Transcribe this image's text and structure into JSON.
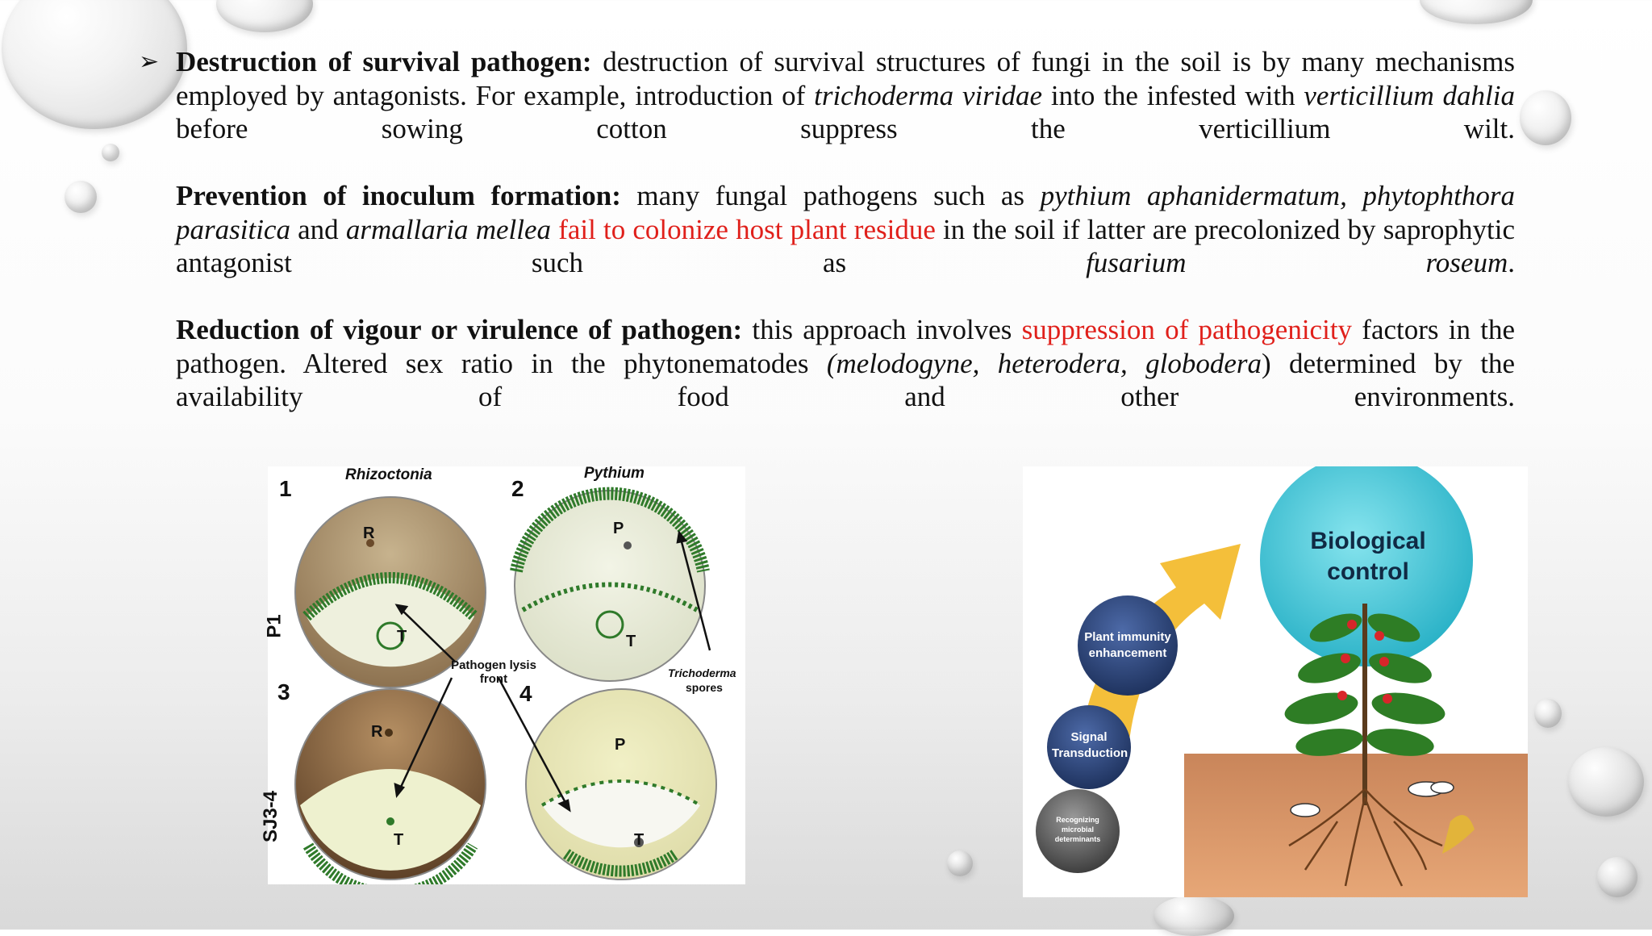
{
  "paragraphs": {
    "p1": {
      "heading": "Destruction of survival pathogen:",
      "t1": " destruction of survival structures of fungi in the soil is by many mechanisms employed by antagonists. For example, introduction of ",
      "i1": "trichoderma viridae",
      "t2": " into the infested with ",
      "i2": "verticillium dahlia",
      "t3": " before sowing cotton suppress the verticillium wilt."
    },
    "p2": {
      "heading": "Prevention of inoculum formation:",
      "t1": " many fungal pathogens such as ",
      "i1": "pythium aphanidermatum, phytophthora parasitica",
      "t2": " and ",
      "i2": "armallaria mellea",
      "t3": " ",
      "r1": "fail to colonize host plant residue",
      "t4": " in the soil if latter are precolonized by saprophytic antagonist such as ",
      "i3": "fusarium roseum",
      "t5": "."
    },
    "p3": {
      "heading": "Reduction of vigour or virulence of pathogen:",
      "t1": " this approach involves ",
      "r1": "suppression of pathogenicity",
      "t2": " factors in the pathogen. Altered sex ratio in the phytonematodes ",
      "i1": "(melodogyne, heterodera, globodera",
      "t3": ") determined by the availability of food and other environments."
    }
  },
  "figure_left": {
    "labels": {
      "rhizoctonia": "Rhizoctonia",
      "pythium": "Pythium",
      "n1": "1",
      "n2": "2",
      "n3": "3",
      "n4": "4",
      "p1": "P1",
      "sj": "SJ3-4",
      "r": "R",
      "p": "P",
      "t": "T",
      "lysis": "Pathogen lysis front",
      "spores_italic": "Trichoderma",
      "spores": "spores"
    }
  },
  "figure_right": {
    "labels": {
      "biocontrol": "Biological control",
      "immunity": "Plant immunity enhancement",
      "signal": "Signal Transduction",
      "recognizing": "Recognizing microbial determinants"
    }
  },
  "colors": {
    "accent_red": "#e0201b",
    "petri_green": "#2f7a2a",
    "bio_teal": "#3cc6d8"
  }
}
